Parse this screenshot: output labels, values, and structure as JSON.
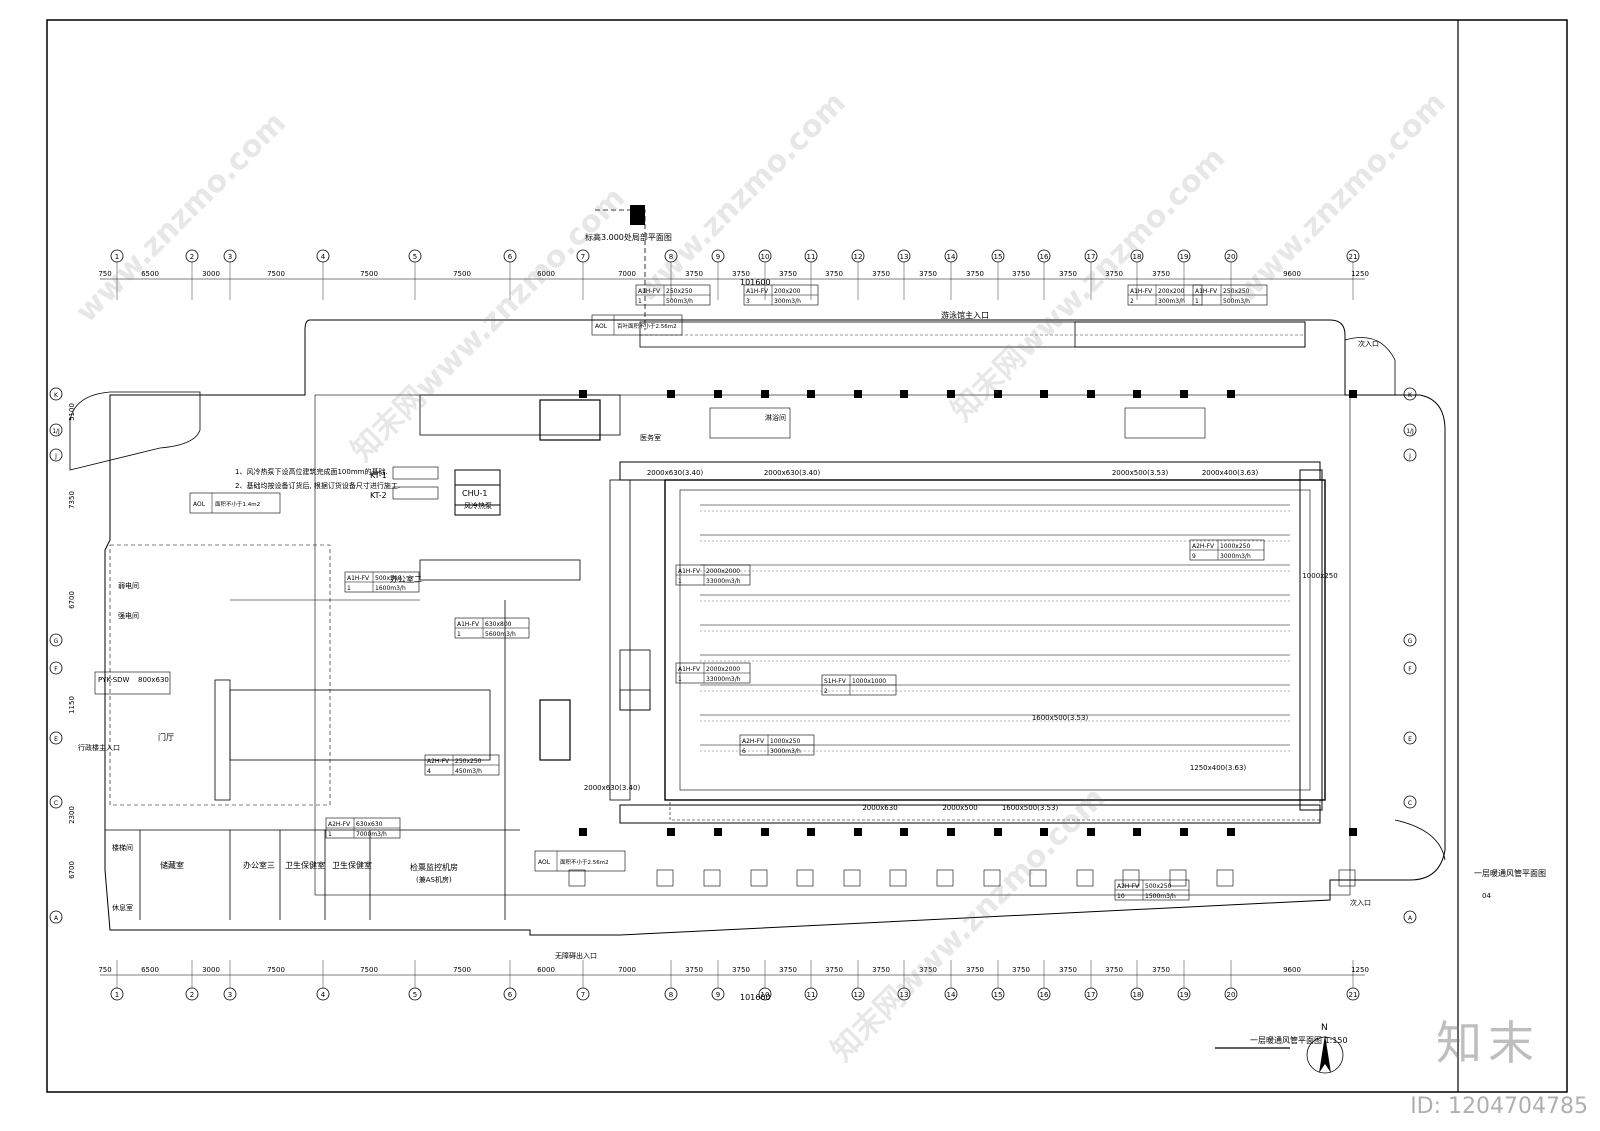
{
  "drawing": {
    "sheet_title": "一层暖通风管平面图",
    "sheet_number": "04",
    "plan_title": "一层暖通风管平面图 1:150",
    "detail_title": "标高3.000处局部平面图",
    "north_label": "N",
    "total_length": "101600"
  },
  "grid_top": [
    "1",
    "2",
    "3",
    "4",
    "5",
    "6",
    "7",
    "8",
    "9",
    "10",
    "11",
    "12",
    "13",
    "14",
    "15",
    "16",
    "17",
    "18",
    "19",
    "20",
    "21"
  ],
  "grid_side": [
    "K",
    "1/J",
    "J",
    "G",
    "F",
    "E",
    "C",
    "A"
  ],
  "dims_top": [
    "750",
    "6500",
    "3000",
    "7500",
    "7500",
    "7500",
    "6000",
    "7000",
    "3750",
    "3750",
    "3750",
    "3750",
    "3750",
    "3750",
    "3750",
    "3750",
    "3750",
    "3750",
    "3750",
    "9600",
    "1250"
  ],
  "dims_side": [
    "5100",
    "7350",
    "6700",
    "1150",
    "2300",
    "6700"
  ],
  "rooms": {
    "swimming_hall": "游泳馆主入口",
    "office_2": "办公室二",
    "office_3": "办公室三",
    "health_room": "卫生保健室",
    "health_room_2": "卫生保健室",
    "monitor_room": "检票监控机房",
    "monitor_sub": "(兼AS机房)",
    "stair_room": "楼梯间",
    "entrance": "门厅",
    "admin_entrance": "行政楼主入口",
    "storage": "储藏室",
    "rest_room": "休息室",
    "medical": "医务室",
    "shower": "淋浴间",
    "weak_elec": "弱电间",
    "strong_elec": "强电间",
    "barrier_free": "无障碍出入口",
    "exit_top": "次入口",
    "exit_bottom": "次入口"
  },
  "equipment": {
    "chu": "CHU-1",
    "chu_sub": "风冷热泵",
    "kt1": "KT-1",
    "kt2": "KT-2",
    "pyk": "PYK-SDW",
    "pyk_size": "800x630"
  },
  "notes": {
    "note1": "1、风冷热泵下设高位建筑完成面100mm的基础.",
    "note2": "2、基础均按设备订货后, 根据订货设备尺寸进行施工."
  },
  "tags": [
    {
      "name": "A1H-FV",
      "size": "250x250",
      "qty": "1",
      "flow": "500m3/h"
    },
    {
      "name": "A1H-FV",
      "size": "200x200",
      "qty": "3",
      "flow": "300m3/h"
    },
    {
      "name": "A1H-FV",
      "size": "200x200",
      "qty": "2",
      "flow": "300m3/h"
    },
    {
      "name": "A1H-FV",
      "size": "250x250",
      "qty": "1",
      "flow": "500m3/h"
    },
    {
      "name": "A1H-FV",
      "size": "500x500",
      "qty": "1",
      "flow": "1600m3/h"
    },
    {
      "name": "A1H-FV",
      "size": "630x800",
      "qty": "1",
      "flow": "5600m3/h"
    },
    {
      "name": "A1H-FV",
      "size": "2000x2000",
      "qty": "1",
      "flow": "33000m3/h"
    },
    {
      "name": "A1H-FV",
      "size": "2000x2000",
      "qty": "1",
      "flow": "33000m3/h"
    },
    {
      "name": "A2H-FV",
      "size": "1000x250",
      "qty": "9",
      "flow": "3000m3/h"
    },
    {
      "name": "A2H-FV",
      "size": "1000x250",
      "qty": "6",
      "flow": "3000m3/h"
    },
    {
      "name": "A2H-FV",
      "size": "250x250",
      "qty": "4",
      "flow": "450m3/h"
    },
    {
      "name": "A2H-FV",
      "size": "630x630",
      "qty": "1",
      "flow": "7000m3/h"
    },
    {
      "name": "A2H-FV",
      "size": "500x250",
      "qty": "10",
      "flow": "1500m3/h"
    },
    {
      "name": "S1H-FV",
      "size": "1000x1000",
      "qty": "2",
      "flow": ""
    }
  ],
  "aol_tags": [
    {
      "name": "AOL",
      "text": "百叶面积不小于2.56m2"
    },
    {
      "name": "AOL",
      "text": "面积不小于1.4m2"
    },
    {
      "name": "AOL",
      "text": "面积不小于2.56m2"
    }
  ],
  "duct_labels": [
    "2000x630(3.40)",
    "2000x630(3.40)",
    "2000x630(3.40)",
    "2000x500(3.53)",
    "2000x400(3.63)",
    "1600x500(3.53)",
    "1250x400(3.63)",
    "1000x250",
    "1600x500(3.53)",
    "2000x500",
    "2000x630"
  ],
  "watermarks": [
    "www.znzmo.com",
    "知末网www.znzmo.com",
    "www.znzmo.com",
    "知末网www.znzmo.com",
    "www.znzmo.com",
    "知末网www.znzmo.com"
  ],
  "logo": "知末",
  "id_text": "ID: 1204704785"
}
